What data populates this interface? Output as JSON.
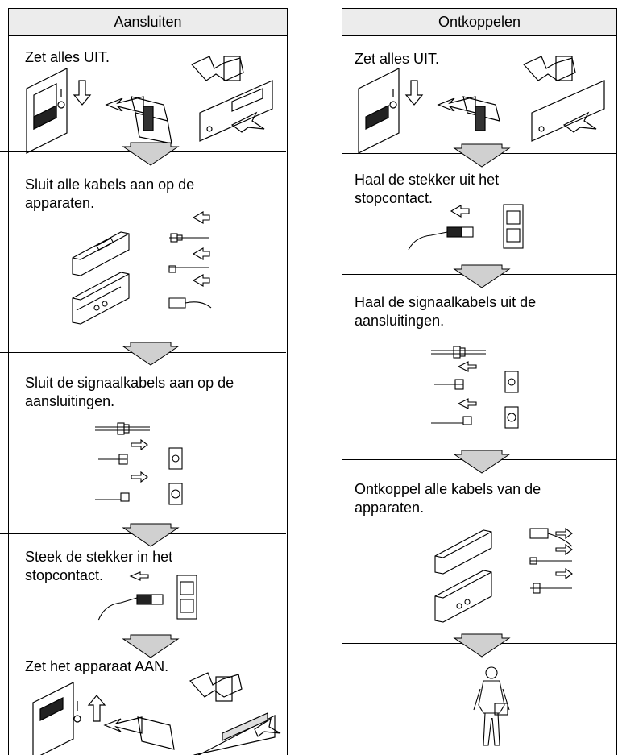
{
  "columns": {
    "connect": {
      "title": "Aansluiten",
      "steps": [
        {
          "text": "Zet alles UIT."
        },
        {
          "text": "Sluit alle kabels aan op de apparaten."
        },
        {
          "text": "Sluit de signaalkabels aan op de aansluitingen."
        },
        {
          "text": "Steek de stekker in het stopcontact."
        },
        {
          "text": "Zet het apparaat AAN."
        }
      ]
    },
    "disconnect": {
      "title": "Ontkoppelen",
      "steps": [
        {
          "text": "Zet alles UIT."
        },
        {
          "text": "Haal de stekker uit het stopcontact."
        },
        {
          "text": "Haal de signaalkabels uit de aansluitingen."
        },
        {
          "text": "Ontkoppel alle kabels van de apparaten."
        }
      ]
    }
  }
}
